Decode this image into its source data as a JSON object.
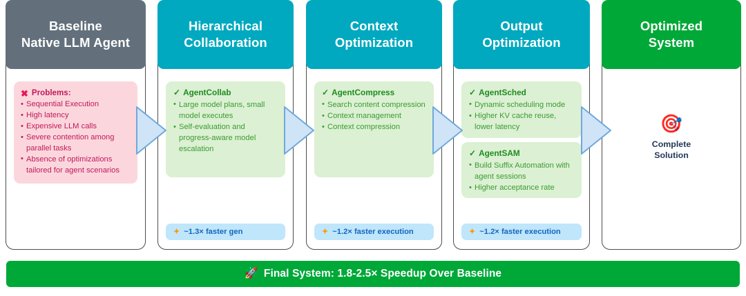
{
  "columns": [
    {
      "id": "baseline",
      "header_line1": "Baseline",
      "header_line2": "Native LLM Agent",
      "header_color": "#63707c",
      "problem": {
        "icon": "x-mark-icon",
        "title": "Problems:",
        "items": [
          "Sequential Execution",
          "High latency",
          "Expensive LLM calls",
          "Severe contention among parallel tasks",
          "Absence of optimizations tailored for agent scenarios"
        ]
      }
    },
    {
      "id": "hierarchical",
      "header_line1": "Hierarchical",
      "header_line2": "Collaboration",
      "header_color": "#00a9bf",
      "features": [
        {
          "icon": "check-icon",
          "title": "AgentCollab",
          "items": [
            "Large model plans, small model executes",
            "Self-evaluation and progress-aware model escalation"
          ]
        }
      ],
      "badge": {
        "icon": "sparkle-icon",
        "label": "~1.3× faster gen"
      }
    },
    {
      "id": "context",
      "header_line1": "Context",
      "header_line2": "Optimization",
      "header_color": "#00a9bf",
      "features": [
        {
          "icon": "check-icon",
          "title": "AgentCompress",
          "items": [
            "Search content compression",
            "Context management",
            "Context compression"
          ]
        }
      ],
      "badge": {
        "icon": "sparkle-icon",
        "label": "~1.2× faster execution"
      }
    },
    {
      "id": "output",
      "header_line1": "Output",
      "header_line2": "Optimization",
      "header_color": "#00a9bf",
      "features": [
        {
          "icon": "check-icon",
          "title": "AgentSched",
          "items": [
            "Dynamic scheduling mode",
            "Higher KV cache reuse, lower latency"
          ]
        },
        {
          "icon": "check-icon",
          "title": "AgentSAM",
          "items": [
            "Build Suffix Automation with agent sessions",
            "Higher acceptance rate"
          ]
        }
      ],
      "badge": {
        "icon": "sparkle-icon",
        "label": "~1.2× faster execution"
      }
    },
    {
      "id": "optimized",
      "header_line1": "Optimized",
      "header_line2": "System",
      "header_color": "#00a838",
      "result": {
        "icon": "target-icon",
        "icon_glyph": "🎯",
        "label_line1": "Complete",
        "label_line2": "Solution"
      }
    }
  ],
  "arrows": {
    "fill": "#cfe4f7",
    "stroke": "#6fa8dc",
    "count": 4
  },
  "banner": {
    "icon": "rocket-icon",
    "icon_glyph": "🚀",
    "text": "Final System: 1.8-2.5× Speedup Over Baseline",
    "color": "#00a838"
  }
}
